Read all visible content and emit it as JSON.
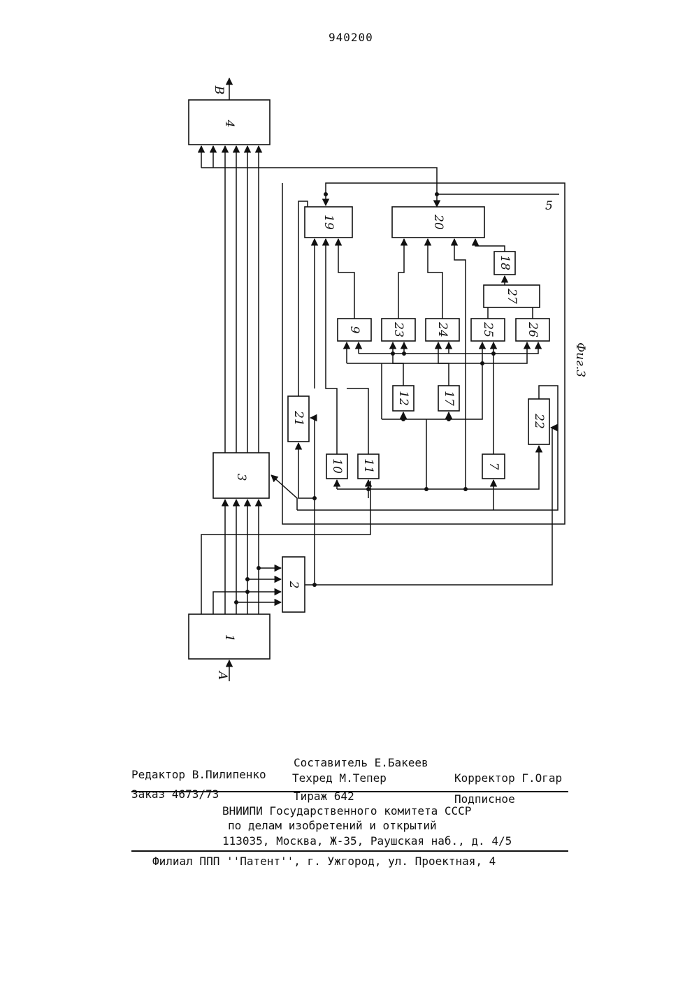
{
  "page_number": "940200",
  "figure": {
    "caption": "Фиг.3",
    "input_label": "A",
    "output_label": "B",
    "group_label": "5",
    "blocks": [
      {
        "id": "b1",
        "label": "1"
      },
      {
        "id": "b2",
        "label": "2"
      },
      {
        "id": "b3",
        "label": "3"
      },
      {
        "id": "b4",
        "label": "4"
      },
      {
        "id": "b7",
        "label": "7"
      },
      {
        "id": "b9",
        "label": "9"
      },
      {
        "id": "b10",
        "label": "10"
      },
      {
        "id": "b11",
        "label": "11"
      },
      {
        "id": "b12",
        "label": "12"
      },
      {
        "id": "b17",
        "label": "17"
      },
      {
        "id": "b18",
        "label": "18"
      },
      {
        "id": "b19",
        "label": "19"
      },
      {
        "id": "b20",
        "label": "20"
      },
      {
        "id": "b21",
        "label": "21"
      },
      {
        "id": "b22",
        "label": "22"
      },
      {
        "id": "b23",
        "label": "23"
      },
      {
        "id": "b24",
        "label": "24"
      },
      {
        "id": "b25",
        "label": "25"
      },
      {
        "id": "b26",
        "label": "26"
      },
      {
        "id": "b27",
        "label": "27"
      }
    ]
  },
  "imprint": {
    "compiler": "Составитель Е.Бакеев",
    "editor": "Редактор В.Пилипенко",
    "techred": "Техред М.Тепер",
    "corrector": "Корректор Г.Огар",
    "order": "Заказ 4673/73",
    "circulation": "Тираж 642",
    "subscription": "Подписное",
    "org_line1": "ВНИИПИ Государственного комитета СССР",
    "org_line2": "по делам изобретений и открытий",
    "address": "113035, Москва, Ж-35, Раушская наб., д. 4/5",
    "branch": "Филиал ППП ''Патент'', г. Ужгород, ул. Проектная, 4"
  }
}
